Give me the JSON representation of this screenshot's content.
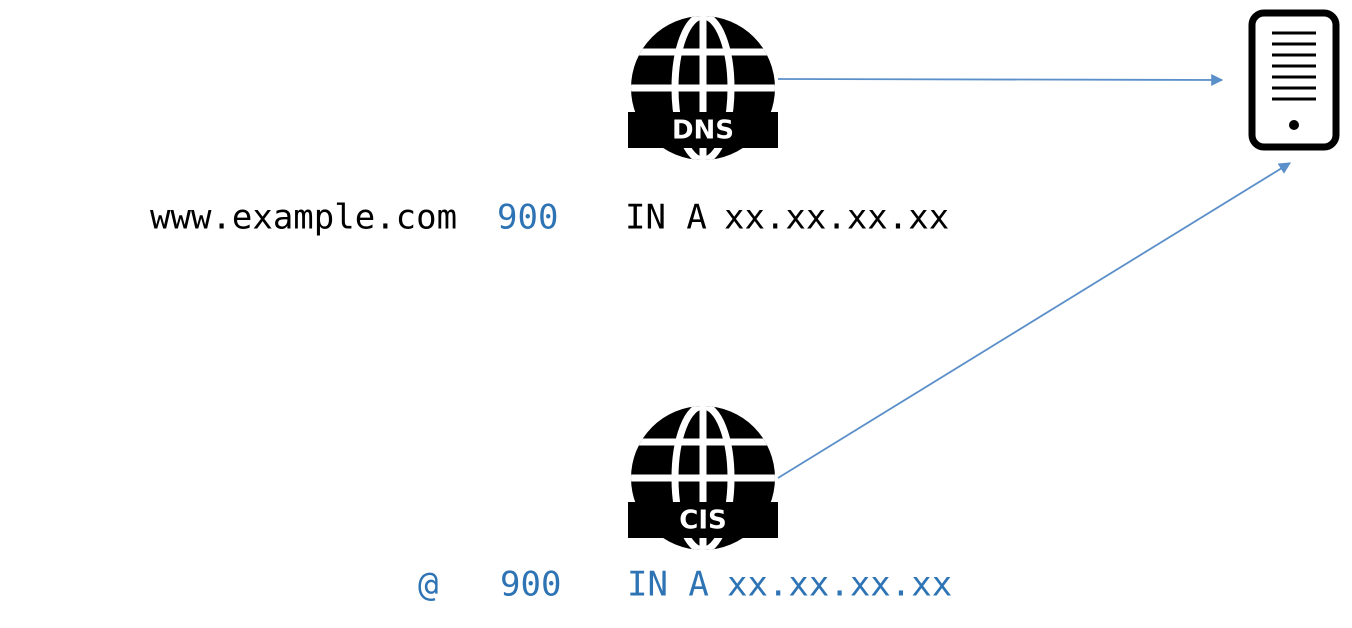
{
  "colors": {
    "black": "#000000",
    "blue": "#2e74b5",
    "arrow": "#5b8fc9",
    "white": "#ffffff"
  },
  "dns_node": {
    "icon": "globe-icon",
    "badge": "DNS"
  },
  "cis_node": {
    "icon": "globe-icon",
    "badge": "CIS"
  },
  "device": {
    "icon": "mobile-device-icon"
  },
  "dns_record": {
    "name": "www.example.com",
    "ttl": "900",
    "class_type": "IN A",
    "address": "xx.xx.xx.xx"
  },
  "cis_record": {
    "name": "@",
    "ttl": "900",
    "class_type": "IN A",
    "address": "xx.xx.xx.xx"
  }
}
